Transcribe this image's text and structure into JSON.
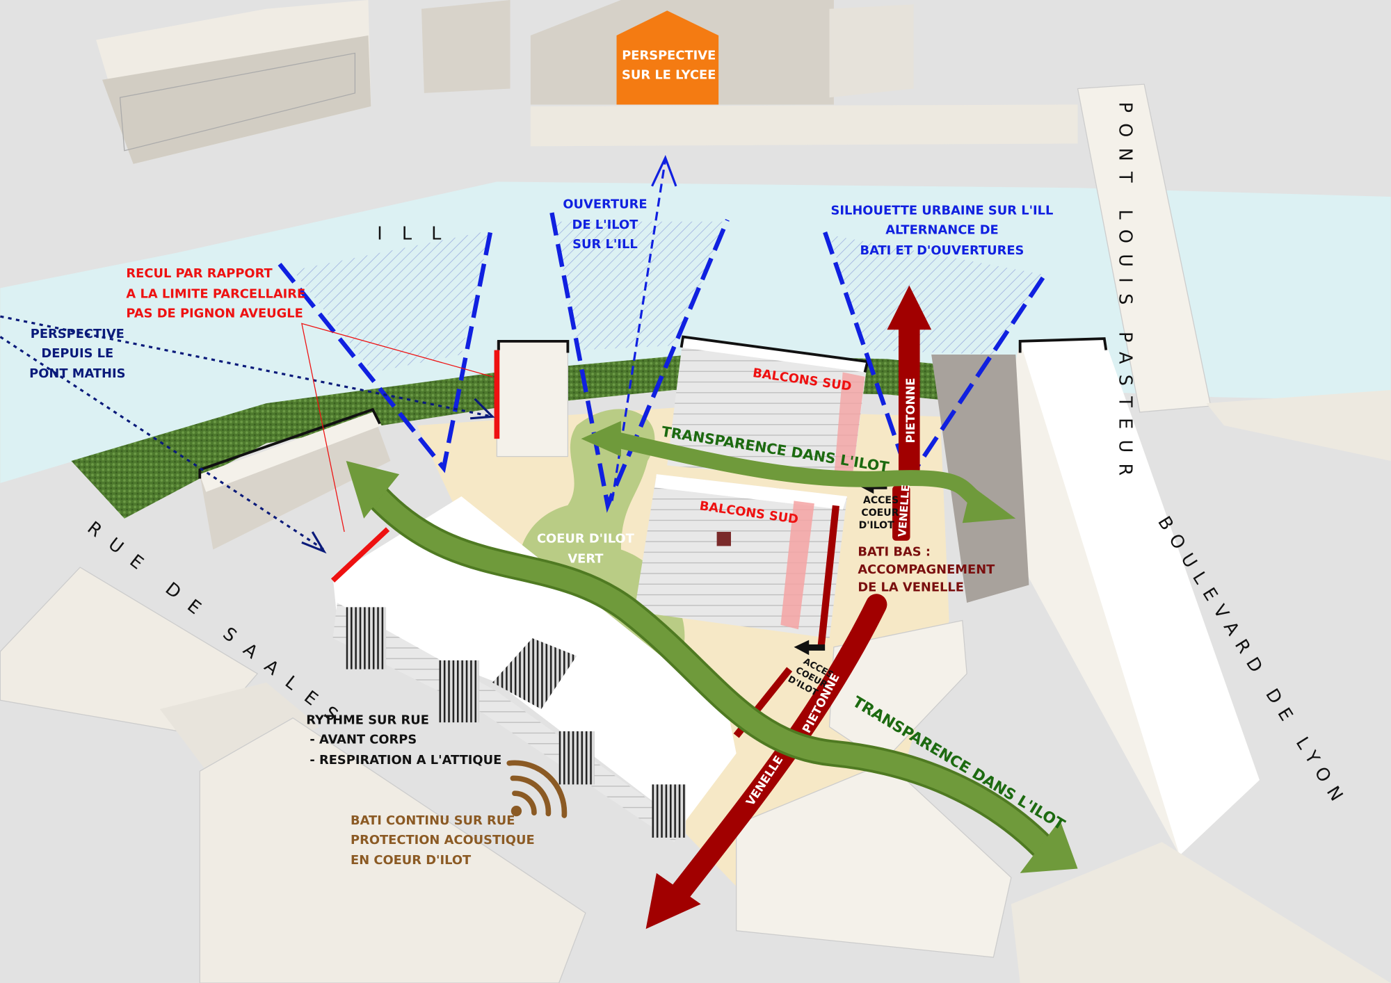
{
  "colors": {
    "background": "#e2e2e2",
    "river": "#dcf1f3",
    "building": "#f4f1ea",
    "building_shade": "#c9c4bb",
    "green_space": "#b9cc85",
    "arrow_green": "#6f9a3b",
    "arrow_red": "#a10000",
    "vision_blue": "#1020e0",
    "perspective_navy": "#0a1a7a",
    "accent_orange": "#f47b12",
    "acoustic_brown": "#8b5a24",
    "text_red": "#ee1111",
    "text_darkred": "#7a0f0f",
    "text_green": "#1c6a10"
  },
  "labels": {
    "lycee": [
      "PERSPECTIVE",
      "SUR LE LYCEE"
    ],
    "river": "ILL",
    "ouverture": [
      "OUVERTURE",
      "DE L'ILOT",
      "SUR L'ILL"
    ],
    "silhouette": [
      "SILHOUETTE URBAINE SUR L'ILL",
      "ALTERNANCE DE",
      "BATI ET D'OUVERTURES"
    ],
    "recul": [
      "RECUL PAR RAPPORT",
      "A LA LIMITE PARCELLAIRE",
      "PAS DE PIGNON AVEUGLE"
    ],
    "perspective_mathis": [
      "PERSPECTIVE",
      "DEPUIS LE",
      "PONT MATHIS"
    ],
    "pont_louis_pasteur": "PONT LOUIS PASTEUR",
    "boulevard_de_lyon": "BOULEVARD DE LYON",
    "rue_de_saales": "RUE DE SAALES",
    "balcons_sud_1": "BALCONS SUD",
    "balcons_sud_2": "BALCONS SUD",
    "transparence_1": "TRANSPARENCE DANS L'ILOT",
    "transparence_2": "TRANSPARENCE DANS L'ILOT",
    "coeur_ilot": [
      "COEUR D'ILOT",
      "VERT"
    ],
    "pietonne_north": "PIETONNE",
    "venelle_north": "VENELLE",
    "acces_1": [
      "ACCES",
      "COEUR",
      "D'ILOT"
    ],
    "acces_2": [
      "ACCES",
      "COEUR",
      "D'ILOT"
    ],
    "bati_bas": [
      "BATI BAS :",
      "ACCOMPAGNEMENT",
      "DE LA VENELLE"
    ],
    "pietonne_south": "PIETONNE",
    "venelle_south": "VENELLE",
    "rythme": [
      "RYTHME SUR RUE",
      "- AVANT CORPS",
      "- RESPIRATION A L'ATTIQUE"
    ],
    "bati_continu": [
      "BATI CONTINU SUR RUE",
      "PROTECTION ACOUSTIQUE",
      "EN COEUR D'ILOT"
    ]
  }
}
